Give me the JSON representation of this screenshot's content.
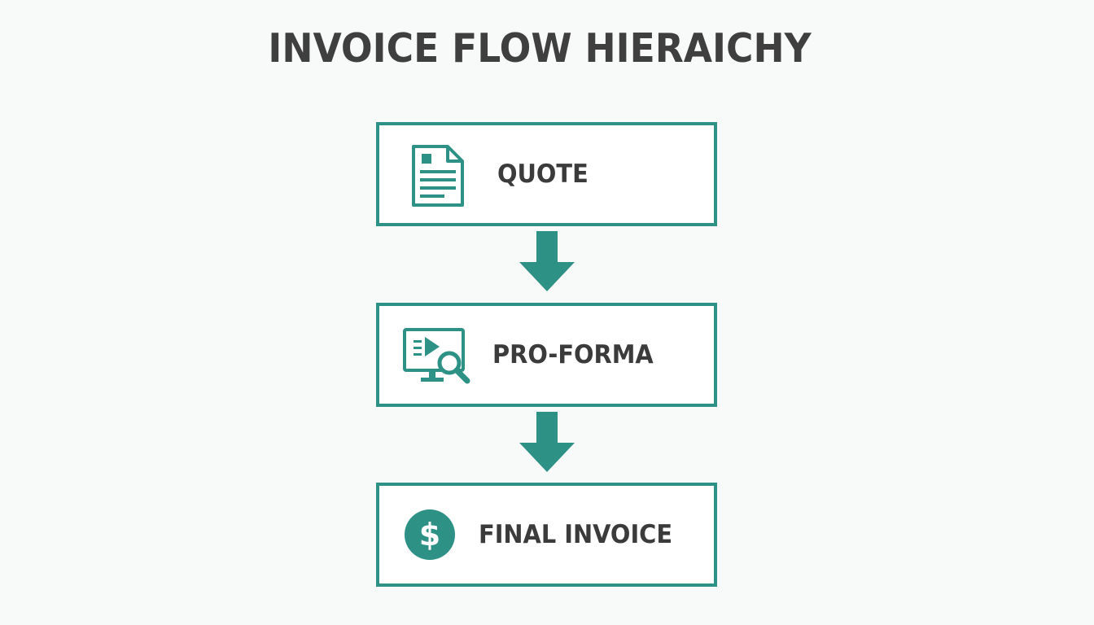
{
  "diagram": {
    "title": "INVOICE FLOW HIERAICHY",
    "accent_color": "#2e9186",
    "text_color": "#3b3b3b",
    "steps": [
      {
        "label": "QUOTE",
        "icon": "document-icon"
      },
      {
        "label": "PRO-FORMA",
        "icon": "monitor-search-icon"
      },
      {
        "label": "FINAL INVOICE",
        "icon": "dollar-icon"
      }
    ],
    "connectors": [
      "down-arrow",
      "down-arrow"
    ]
  }
}
